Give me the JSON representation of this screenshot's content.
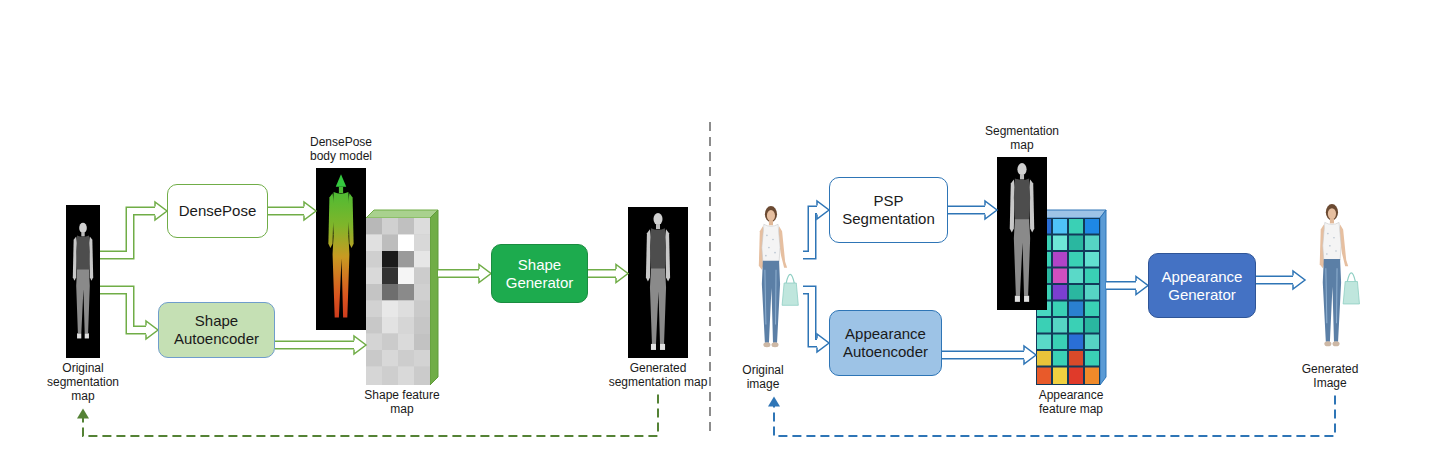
{
  "diagram": {
    "nodes": [
      {
        "text": [
          "Original segmentation map"
        ]
      },
      {
        "text": [
          "DensePose"
        ]
      },
      {
        "text": [
          "Shape Autoencoder"
        ]
      },
      {
        "text": [
          "DensePose body model"
        ]
      },
      {
        "text": [
          "Shape feature map"
        ]
      },
      {
        "text": [
          "Shape Generator"
        ]
      },
      {
        "text": [
          "Generated segmentation map"
        ]
      },
      {
        "text": [
          "Original image"
        ]
      },
      {
        "text": [
          "PSP Segmentation"
        ]
      },
      {
        "text": [
          "Appearance Autoencoder"
        ]
      },
      {
        "text": [
          "Segmentation map"
        ]
      },
      {
        "text": [
          "Appearance feature map"
        ]
      },
      {
        "text": [
          "Appearance Generator"
        ]
      },
      {
        "text": [
          "Generated Image"
        ]
      }
    ],
    "edges": [
      {
        "from": 0,
        "to": 1,
        "arrow": "to"
      },
      {
        "from": 0,
        "to": 2,
        "arrow": "to"
      },
      {
        "from": 1,
        "to": 3,
        "arrow": "to"
      },
      {
        "from": 2,
        "to": 4,
        "arrow": "to"
      },
      {
        "from": 4,
        "to": 5,
        "arrow": "to"
      },
      {
        "from": 5,
        "to": 6,
        "arrow": "to"
      },
      {
        "from": 6,
        "to": 0,
        "arrow": "to"
      },
      {
        "from": 7,
        "to": 8,
        "arrow": "to"
      },
      {
        "from": 7,
        "to": 9,
        "arrow": "to"
      },
      {
        "from": 8,
        "to": 10,
        "arrow": "to"
      },
      {
        "from": 9,
        "to": 11,
        "arrow": "to"
      },
      {
        "from": 11,
        "to": 12,
        "arrow": "to"
      },
      {
        "from": 12,
        "to": 13,
        "arrow": "to"
      },
      {
        "from": 13,
        "to": 7,
        "arrow": "to"
      }
    ]
  }
}
